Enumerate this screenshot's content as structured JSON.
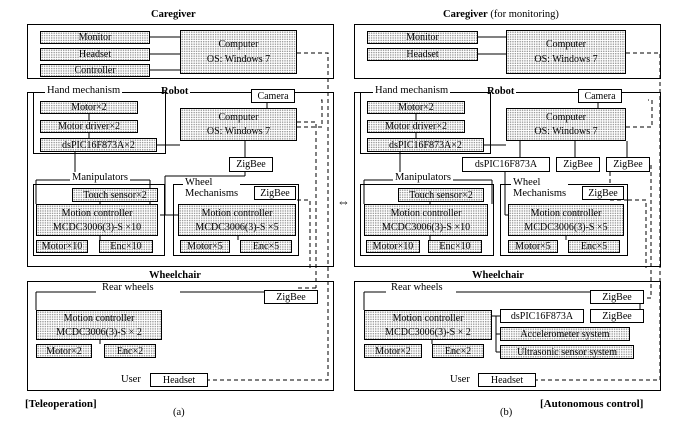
{
  "left": {
    "caregiver_title": "Caregiver",
    "robot_title": "Robot",
    "wheelchair_title": "Wheelchair",
    "monitor": "Monitor",
    "headset": "Headset",
    "controller": "Controller",
    "computer_line1": "Computer",
    "computer_line2": "OS: Windows 7",
    "hand_mechanism": "Hand mechanism",
    "motor_x2": "Motor×2",
    "motor_driver_x2": "Motor driver×2",
    "dspic_x2": "dsPIC16F873A×2",
    "camera": "Camera",
    "robot_computer_line1": "Computer",
    "robot_computer_line2": "OS: Windows 7",
    "zigbee_robot": "ZigBee",
    "manipulators": "Manipulators",
    "touch_sensor": "Touch sensor×2",
    "wheel_mech_line1": "Wheel",
    "wheel_mech_line2": "Mechanisms",
    "zigbee_wheel_mech": "ZigBee",
    "mc_manip_line1": "Motion controller",
    "mc_manip_line2": "MCDC3006(3)-S ×10",
    "motor_x10": "Motor×10",
    "enc_x10": "Enc×10",
    "mc_wheel_line1": "Motion controller",
    "mc_wheel_line2": "MCDC3006(3)-S ×5",
    "motor_x5": "Motor×5",
    "enc_x5": "Enc×5",
    "rear_wheels": "Rear wheels",
    "zigbee_wheelchair": "ZigBee",
    "mc_rear_line1": "Motion controller",
    "mc_rear_line2": "MCDC3006(3)-S × 2",
    "motor_rear": "Motor×2",
    "enc_rear": "Enc×2",
    "user": "User",
    "user_headset": "Headset",
    "caption_mode": "[Teleoperation]",
    "caption_letter": "(a)"
  },
  "right": {
    "caregiver_title": "Caregiver",
    "caregiver_note": "(for monitoring)",
    "robot_title": "Robot",
    "wheelchair_title": "Wheelchair",
    "monitor": "Monitor",
    "headset": "Headset",
    "computer_line1": "Computer",
    "computer_line2": "OS: Windows 7",
    "hand_mechanism": "Hand mechanism",
    "motor_x2": "Motor×2",
    "motor_driver_x2": "Motor driver×2",
    "dspic_x2": "dsPIC16F873A×2",
    "camera": "Camera",
    "robot_computer_line1": "Computer",
    "robot_computer_line2": "OS: Windows 7",
    "dspic_robot": "dsPIC16F873A",
    "zigbee_robot_1": "ZigBee",
    "zigbee_robot_2": "ZigBee",
    "manipulators": "Manipulators",
    "touch_sensor": "Touch sensor×2",
    "wheel_mech_line1": "Wheel",
    "wheel_mech_line2": "Mechanisms",
    "zigbee_wheel_mech": "ZigBee",
    "mc_manip_line1": "Motion controller",
    "mc_manip_line2": "MCDC3006(3)-S ×10",
    "motor_x10": "Motor×10",
    "enc_x10": "Enc×10",
    "mc_wheel_line1": "Motion controller",
    "mc_wheel_line2": "MCDC3006(3)-S ×5",
    "motor_x5": "Motor×5",
    "enc_x5": "Enc×5",
    "rear_wheels": "Rear wheels",
    "zigbee_wheelchair_1": "ZigBee",
    "zigbee_wheelchair_2": "ZigBee",
    "dspic_wheelchair": "dsPIC16F873A",
    "accelerometer": "Accelerometer system",
    "ultrasonic": "Ultrasonic sensor system",
    "mc_rear_line1": "Motion controller",
    "mc_rear_line2": "MCDC3006(3)-S × 2",
    "motor_rear": "Motor×2",
    "enc_rear": "Enc×2",
    "user": "User",
    "user_headset": "Headset",
    "caption_mode": "[Autonomous control]",
    "caption_letter": "(b)"
  },
  "link_arrow": "⇔"
}
